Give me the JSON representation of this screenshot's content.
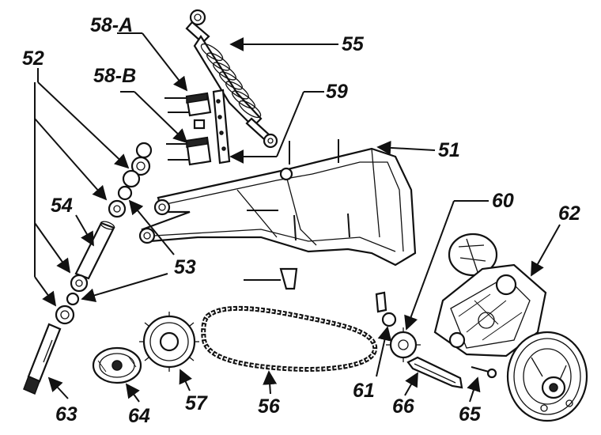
{
  "callouts": {
    "c51": "51",
    "c52": "52",
    "c53": "53",
    "c54": "54",
    "c55": "55",
    "c56": "56",
    "c57": "57",
    "c58a": "58-A",
    "c58b": "58-B",
    "c59": "59",
    "c60": "60",
    "c61": "61",
    "c62": "62",
    "c63": "63",
    "c64": "64",
    "c65": "65",
    "c66": "66"
  },
  "colors": {
    "ink": "#111111",
    "paper": "#ffffff"
  }
}
